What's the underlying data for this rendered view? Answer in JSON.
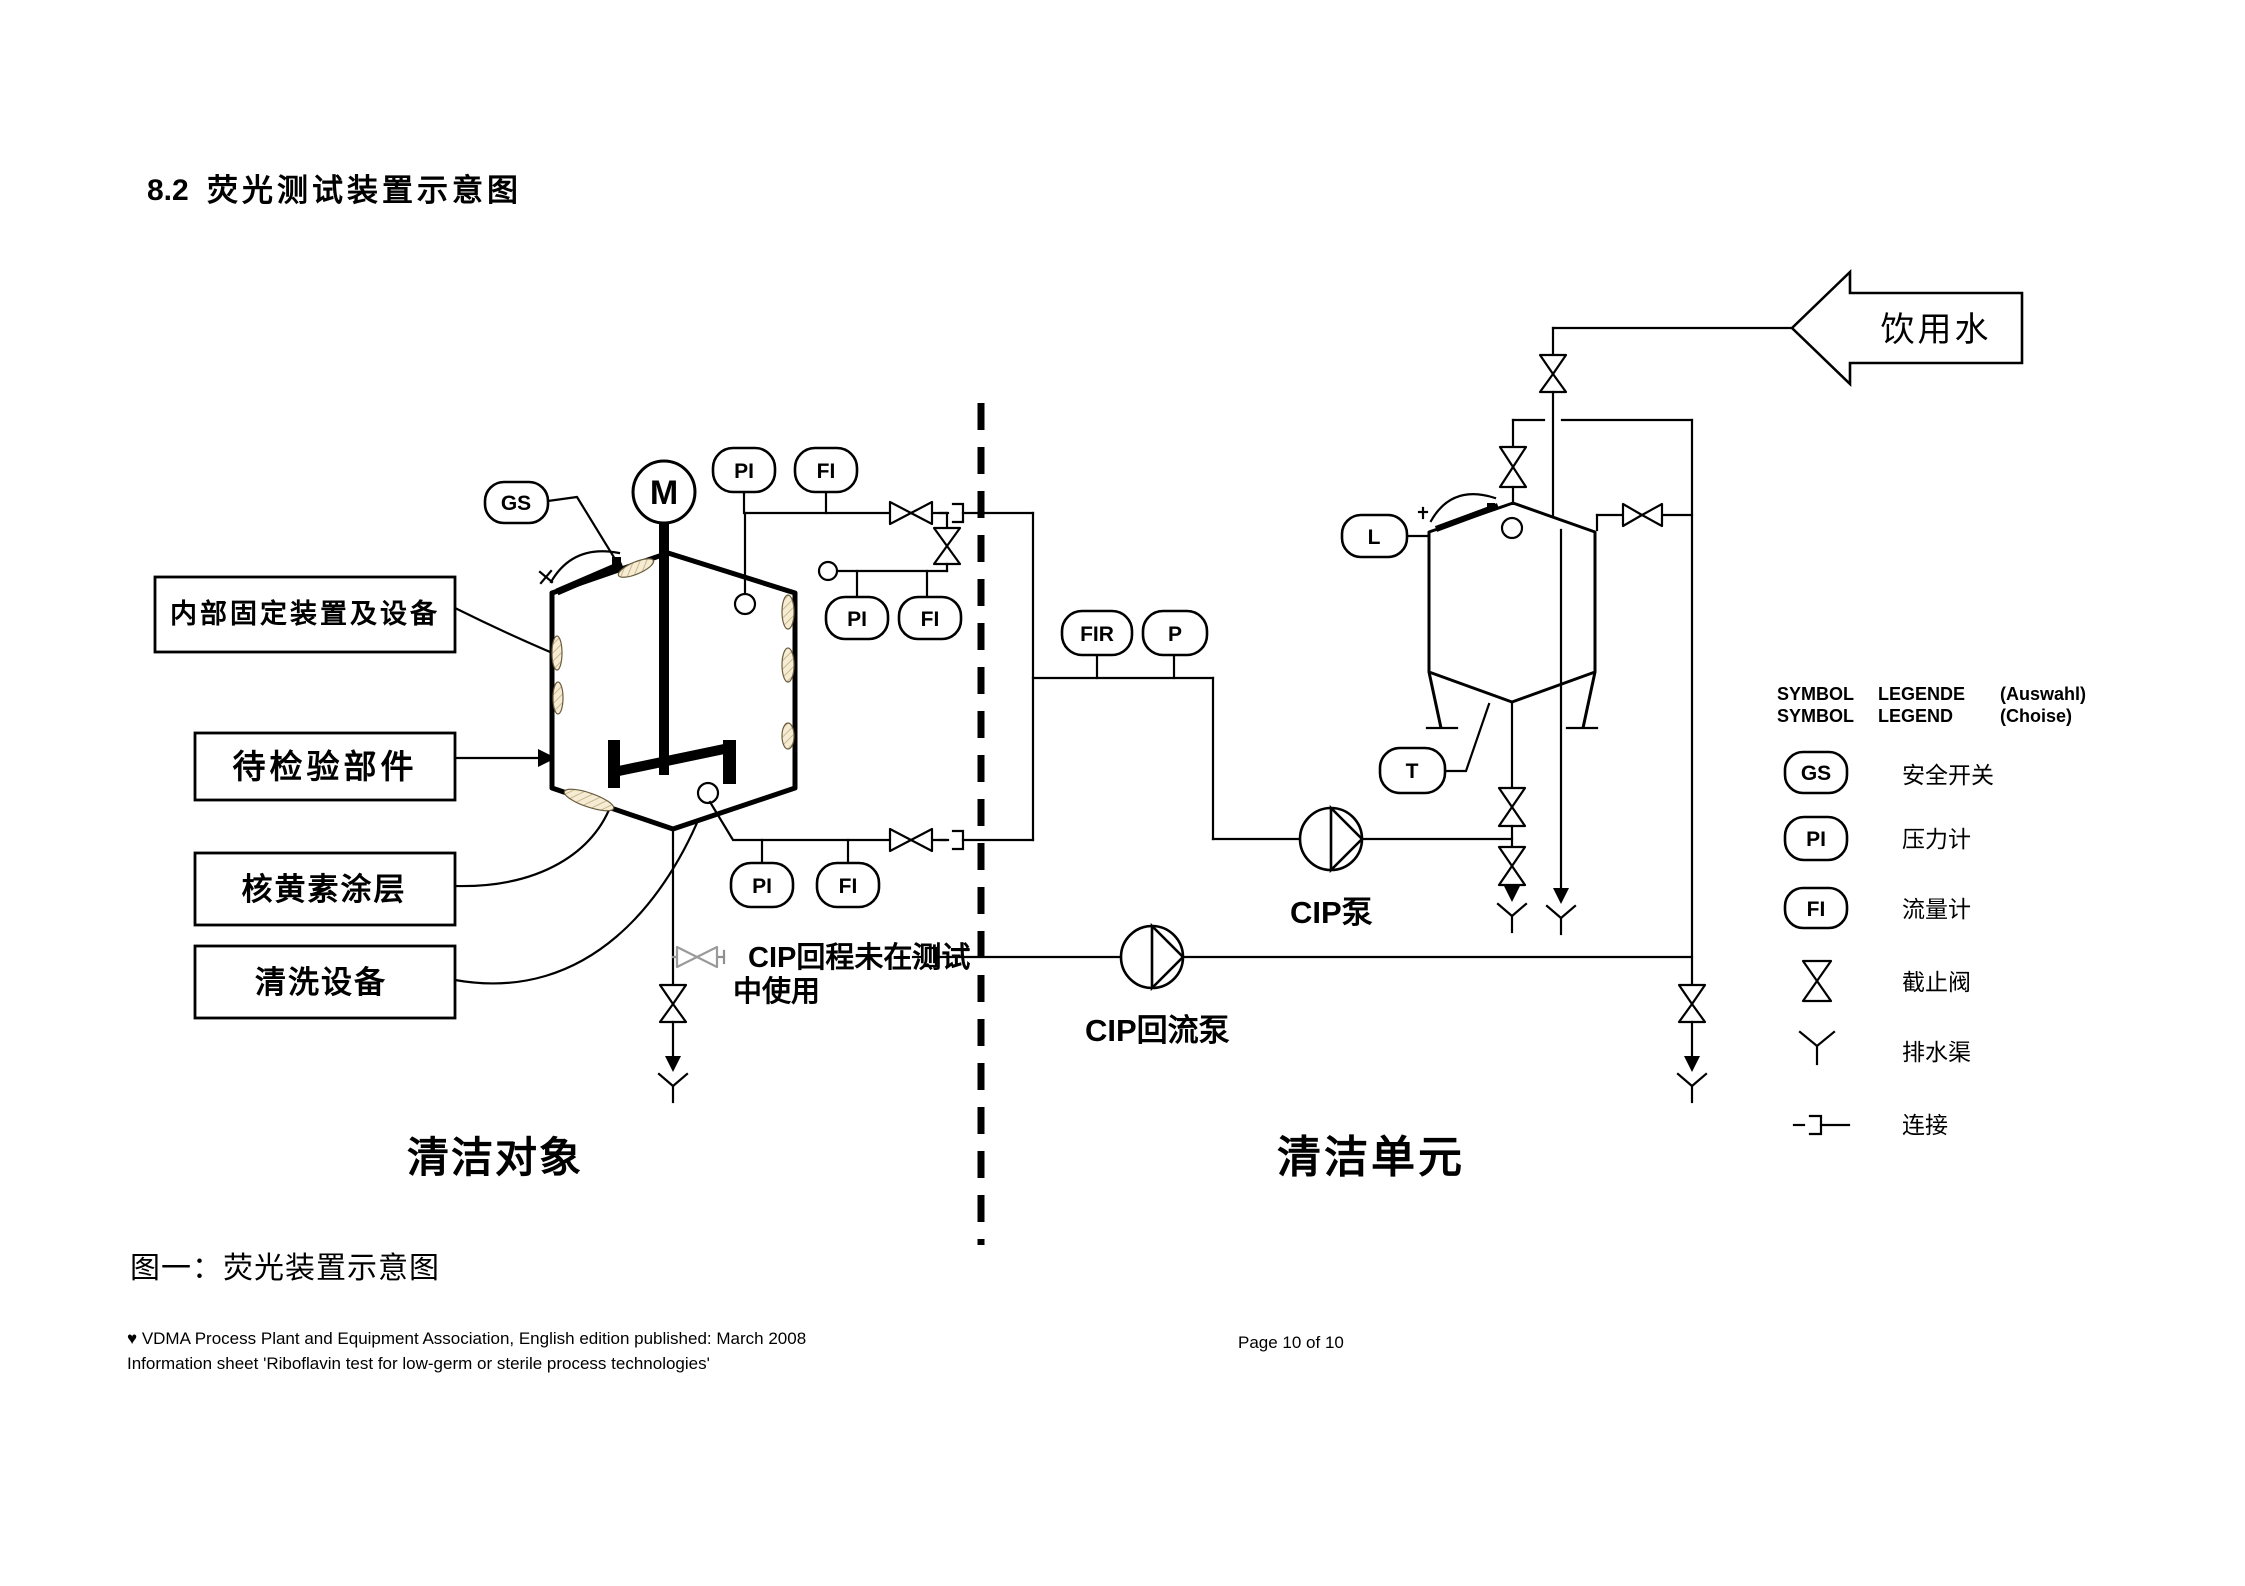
{
  "page": {
    "heading_number": "8.2",
    "heading_text": "荧光测试装置示意图",
    "caption": "图一：荧光装置示意图",
    "footer_line1": "♥ VDMA Process Plant and Equipment Association, English edition published: March 2008",
    "footer_line2": "Information sheet 'Riboflavin test for low-germ or sterile process technologies'",
    "page_number": "Page 10 of 10"
  },
  "sections": {
    "left": "清洁对象",
    "right": "清洁单元"
  },
  "callouts": {
    "internals": "内部固定装置及设备",
    "part_under_test": "待检验部件",
    "riboflavin_coating": "核黄素涂层",
    "cleaning_equipment": "清洗设备"
  },
  "supply": {
    "label": "饮用水"
  },
  "pumps": {
    "cip_pump": "CIP泵",
    "cip_return_pump": "CIP回流泵"
  },
  "notes": {
    "cip_return_1": "CIP回程未在测试",
    "cip_return_2": "中使用"
  },
  "instruments": {
    "motor": "M",
    "safety_switch": "GS",
    "pressure_indicator": "PI",
    "flow_indicator": "FI",
    "flow_recorder": "FIR",
    "pressure": "P",
    "level": "L",
    "temperature": "T"
  },
  "legend": {
    "header": {
      "c1r1": "SYMBOL",
      "c1r2": "SYMBOL",
      "c2r1": "LEGENDE",
      "c2r2": "LEGEND",
      "c3r1": "(Auswahl)",
      "c3r2": "(Choise)"
    },
    "items": [
      {
        "symbol": "GS",
        "label": "安全开关"
      },
      {
        "symbol": "PI",
        "label": "压力计"
      },
      {
        "symbol": "FI",
        "label": "流量计"
      },
      {
        "symbol": "stop-valve",
        "label": "截止阀"
      },
      {
        "symbol": "drain",
        "label": "排水渠"
      },
      {
        "symbol": "connection",
        "label": "连接"
      }
    ]
  }
}
